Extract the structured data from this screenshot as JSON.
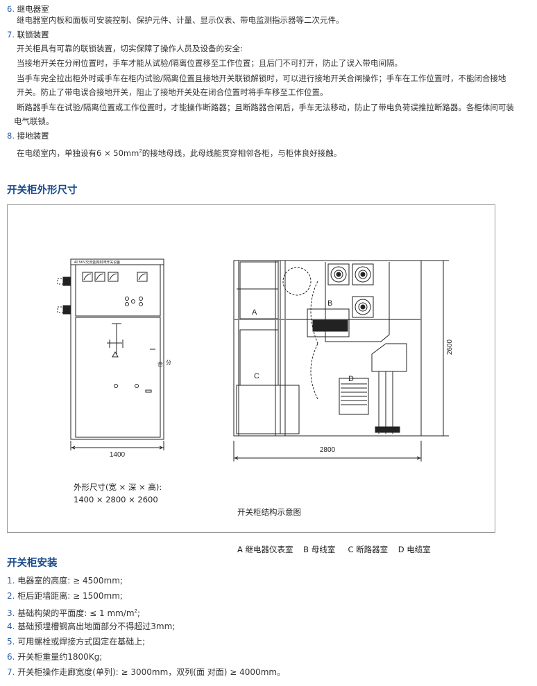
{
  "features": {
    "relay": {
      "num": "6.",
      "title": "继电器室",
      "body": "继电器室内板和面板可安装控制、保护元件、计量、显示仪表、带电监测指示器等二次元件。"
    },
    "interlock": {
      "num": "7.",
      "title": "联锁装置",
      "lines": [
        "开关柜具有可靠的联锁装置，切实保障了操作人员及设备的安全:",
        "当接地开关在分闸位置时，手车才能从试验/隔离位置移至工作位置；且后门不可打开，防止了误入带电间隔。",
        "当手车完全拉出柜外时或手车在柜内试验/隔离位置且接地开关联锁解锁时，可以进行接地开关合闸操作；手车在工作位置时，不能闭合接地",
        "开关。防止了带电误合接地开关，阻止了接地开关处在闭合位置时将手车移至工作位置。",
        "断路器手车在试验/隔离位置或工作位置时，才能操作断路器；且断路器合闸后，手车无法移动，防止了带电负荷误推拉断路器。各柜体间可装",
        "电气联锁。"
      ]
    },
    "grounding": {
      "num": "8.",
      "title": "接地装置",
      "body_pre": "在电缆室内，单独设有6 × 50mm",
      "body_sup": "2",
      "body_post": "的接地母线，此母线能贯穿相邻各柜，与柜体良好接触。"
    }
  },
  "dimensions": {
    "title": "开关柜外形尺寸",
    "front_view": {
      "plate": "40.5KV交流金属封闭开关设备",
      "width_label": "1400",
      "close_label": "合",
      "open_label": "分"
    },
    "side_view": {
      "width_label": "2800",
      "height_label": "2600",
      "compartments": [
        "A",
        "B",
        "C",
        "D"
      ]
    },
    "caption_left": {
      "label": "外形尺寸(宽 × 深 × 高):",
      "value": "1400  × 2800  × 2600"
    },
    "caption_right": {
      "label": "开关柜结构示意图",
      "legend": "A 继电器仪表室    B 母线室     C 断路器室    D 电缆室"
    }
  },
  "installation": {
    "title": "开关柜安装",
    "items": [
      {
        "num": "1.",
        "text": "电器室的高度: ≥ 4500mm;"
      },
      {
        "num": "2.",
        "text": "柜后距墙距离: ≥ 1500mm;"
      },
      {
        "num": "3.",
        "text": "基础构架的平面度: ≤ 1 mm/m",
        "sup": "2",
        "post": ";"
      },
      {
        "num": "4.",
        "text": "基础预埋槽钢高出地面部分不得超过3mm;"
      },
      {
        "num": "5.",
        "text": "可用螺栓或焊接方式固定在基础上;"
      },
      {
        "num": "6.",
        "text": "开关柜重量约1800Kg;"
      },
      {
        "num": "7.",
        "text": "开关柜操作走廊宽度(单列): ≥ 3000mm，双列(面  对面) ≥ 4000mm。"
      }
    ]
  }
}
